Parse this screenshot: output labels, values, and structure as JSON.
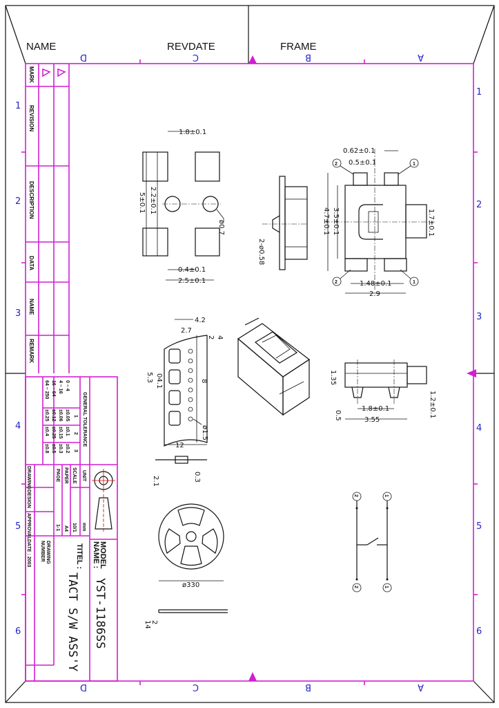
{
  "header": {
    "name": "NAME",
    "revdate": "REVDATE",
    "frame": "FRAME"
  },
  "zones": {
    "letters": [
      "D",
      "C",
      "B",
      "A"
    ],
    "numbers": [
      "1",
      "2",
      "3",
      "4",
      "5",
      "6"
    ]
  },
  "revision_block": {
    "mark": "MARK",
    "revision": "REVISION",
    "description": "DESCRIPTION",
    "data": "DATA",
    "name": "NAME",
    "remark": "REMARK"
  },
  "tolerance": {
    "title": "GENERAL TOLERANCE",
    "columns": [
      "1",
      "2",
      "3"
    ],
    "rows": [
      {
        "range": "0 – 4",
        "values": [
          "±0.05",
          "±0.1",
          "±0.2"
        ]
      },
      {
        "range": "4 – 16",
        "values": [
          "±0.06",
          "±0.15",
          "±0.3"
        ]
      },
      {
        "range": "16 – 64",
        "values": [
          "±0.12",
          "±0.25",
          "±0.5"
        ]
      },
      {
        "range": "64 – 250",
        "values": [
          "±0.25",
          "±0.4",
          "±0.8"
        ]
      }
    ]
  },
  "info": {
    "unit_label": "UNIT",
    "unit": "mm",
    "scale_label": "SCALE",
    "scale": "10/1",
    "paper_label": "PAPER",
    "paper": "A4",
    "page_label": "PAGE",
    "page": "1-1"
  },
  "signoff": {
    "drawing": "DRAWING",
    "design": "DESIGN",
    "approval": "APPROVAL",
    "date": "DATE : 2003"
  },
  "title_block": {
    "model_label_1": "MODEL",
    "model_label_2": "NAME :",
    "model": "YST-1186SS",
    "title_label": "TITEL :",
    "title": "TACT S/W ASS'Y",
    "drawing_number_1": "DRAWING",
    "drawing_number_2": "NUMBER"
  },
  "dimensions": {
    "top_width": "1.8±0.1",
    "hole_spacing": "2.2±0.1",
    "overall_height": "5±0.1",
    "hole_dia": "ø0.7",
    "lead_gap": "0.4±0.1",
    "lead_span": "2.5±0.1",
    "side_holes": "2-ø0.58",
    "pad_62": "0.62±0.1",
    "pad_05": "0.5±0.1",
    "body_35": "3.5±0.1",
    "body_47": "4.7±0.1",
    "actuator_17": "1.7±0.1",
    "pitch_148": "1.48±0.1",
    "width_29": "2.9",
    "tape_42": "4.2",
    "tape_27": "2.7",
    "tape_4": "4",
    "tape_2": "2",
    "tape_53": "5.3",
    "tape_041": "04.1",
    "tape_8": "8",
    "tape_hole": "ø1.5",
    "tape_12": "12",
    "tape_21": "2.1",
    "tape_03": "0.3",
    "side_135": "1.35",
    "side_05": "0.5",
    "side_18": "1.8±0.1",
    "side_355": "3.55",
    "side_12": "1.2±0.1",
    "reel_dia": "ø330",
    "reel_2": "2",
    "reel_14": "14",
    "pin_1": "1",
    "pin_2": "2"
  }
}
